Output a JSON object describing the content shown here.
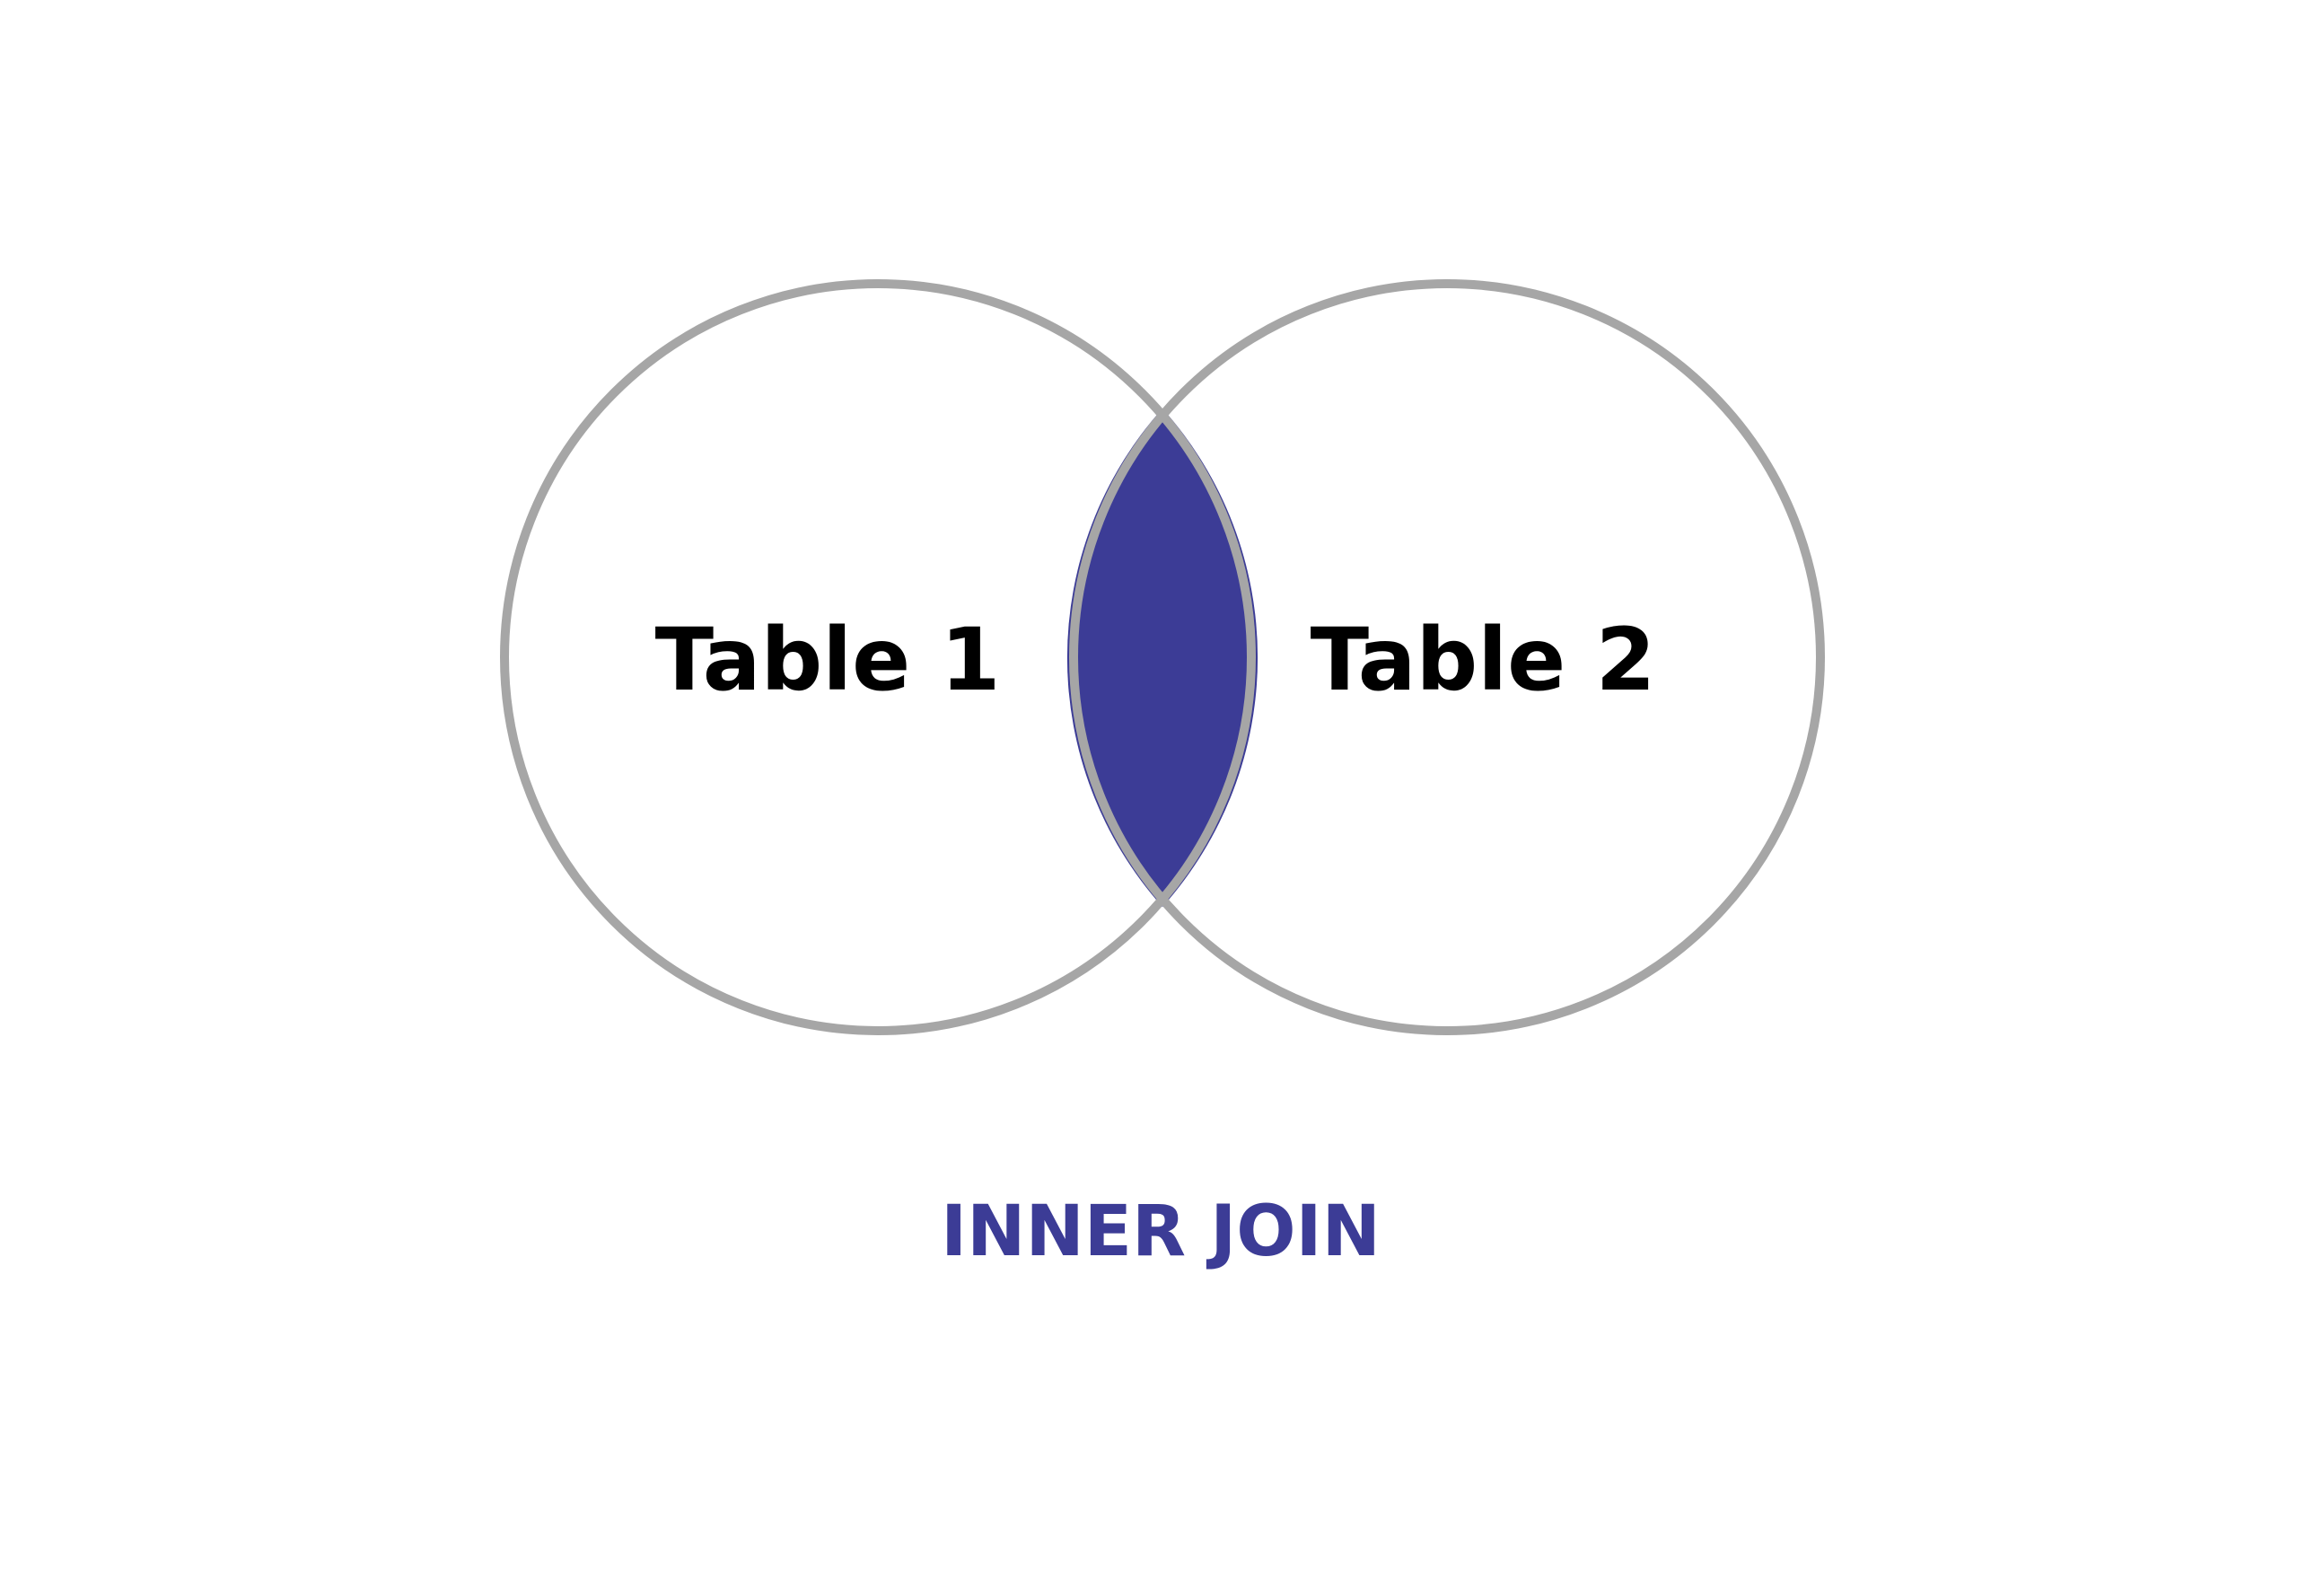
{
  "diagram": {
    "type": "venn",
    "sets": [
      {
        "label": "Table 1"
      },
      {
        "label": "Table 2"
      }
    ],
    "highlighted_region": "intersection",
    "caption": "INNER JOIN"
  },
  "colors": {
    "background": "#ffffff",
    "circle_outline": "#a6a6a6",
    "highlight_fill": "#3c3c96",
    "label_text": "#000000",
    "caption_text": "#3c3c96"
  }
}
